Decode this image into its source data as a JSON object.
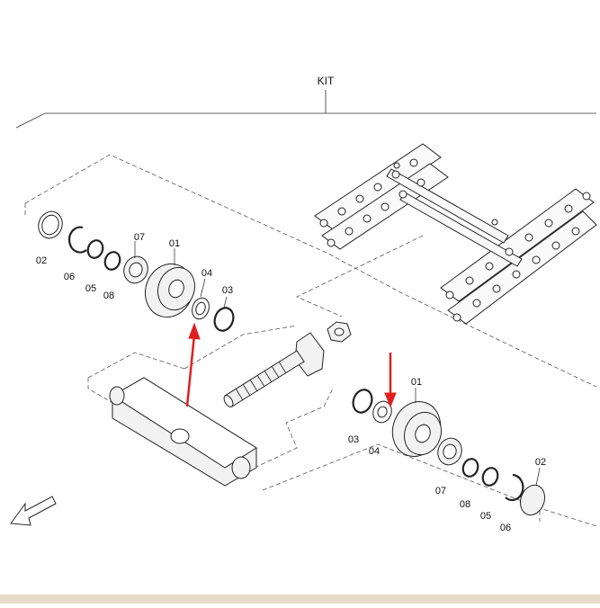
{
  "diagram": {
    "kit_label": "KIT",
    "left_assembly_labels": {
      "p02": "02",
      "p06": "06",
      "p05": "05",
      "p08": "08",
      "p07": "07",
      "p01": "01",
      "p04": "04",
      "p03": "03"
    },
    "right_assembly_labels": {
      "p01": "01",
      "p03": "03",
      "p04": "04",
      "p07": "07",
      "p08": "08",
      "p05": "05",
      "p06": "06",
      "p02": "02"
    },
    "colors": {
      "highlight_arrow": "#e02020",
      "line": "#222222",
      "bottom_strip": "#e6dcc8"
    },
    "icons": [
      "direction-arrow-icon",
      "highlight-arrow-icon"
    ]
  }
}
